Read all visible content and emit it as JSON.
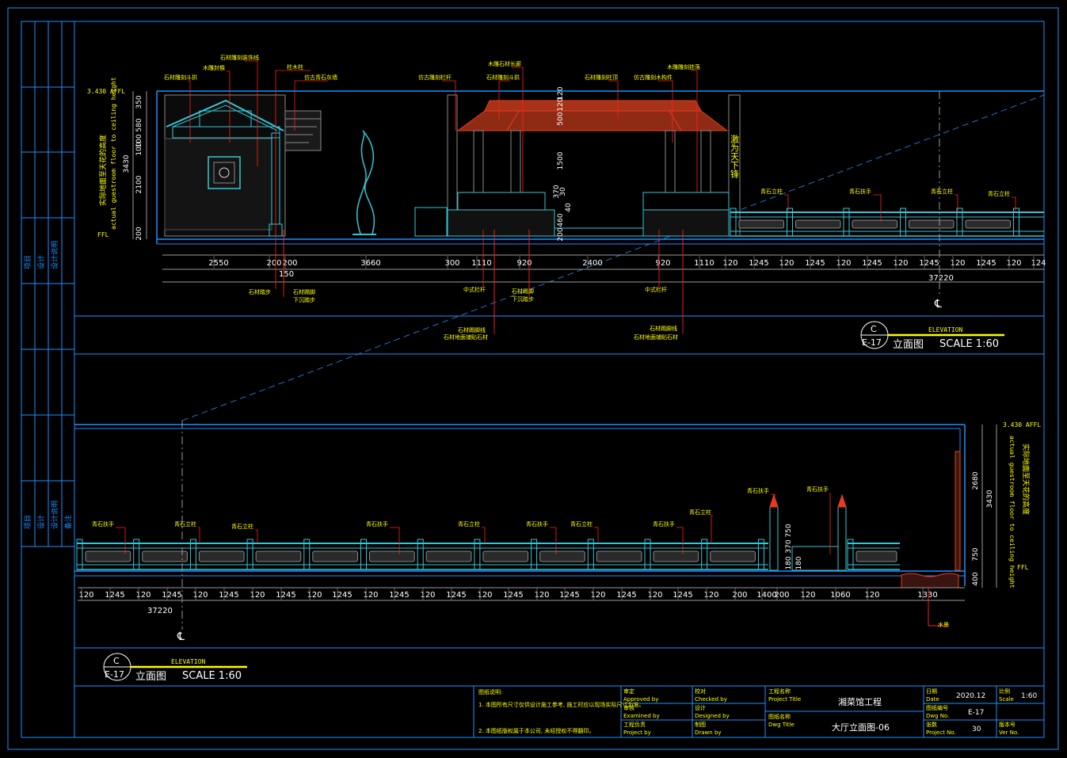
{
  "colors": {
    "background": "#000000",
    "frame": "#1e90ff",
    "dim_text": "#ffffff",
    "dim_line": "#9a9a9a",
    "annotation": "#ffff00",
    "leader": "#ff2020",
    "roof": "#e83c1e",
    "structure": "#33c8d8",
    "grey": "#8a8a8a"
  },
  "upper": {
    "level_top": "3.430 AFFL",
    "level_floor": "FFL",
    "height_note_cn": "实际地面至天花的高度",
    "height_note_en": "actual guestroom floor to ceiling height",
    "vertical_dims": [
      "350",
      "580",
      "100",
      "100",
      "2100",
      "3430",
      "200"
    ],
    "mid_vertical_dims": [
      "120",
      "120",
      "500",
      "1500",
      "370",
      "30",
      "40",
      "460",
      "200"
    ],
    "calligraphy": "激为天下锋",
    "dims": [
      "2550",
      "200",
      "200",
      "3660",
      "300",
      "1110",
      "920",
      "2400",
      "920",
      "1110",
      "120",
      "1245",
      "120",
      "1245",
      "120",
      "1245",
      "120",
      "1245",
      "120",
      "1245",
      "120",
      "124"
    ],
    "sub_dim": "150",
    "total": "37220",
    "top_labels": [
      "石材雕刻斗拱",
      "木雕封檐",
      "石材雕刻装饰线",
      "柱木柱",
      "仿古青石灰墙",
      "仿古雕刻栏杆",
      "石材雕刻斗拱",
      "木雕石材长廊",
      "石材雕刻柱顶",
      "仿古雕刻木构件",
      "木雕雕刻挂落"
    ],
    "bottom_labels": [
      "石材踏步",
      "石材踢脚",
      "下沉踏步",
      "中式栏杆",
      "石材踢脚",
      "下沉踏步",
      "中式栏杆",
      "石材踢脚线",
      "石材地面铺贴石材",
      "石材踢脚线",
      "石材地面铺贴石材"
    ],
    "rail_labels": [
      "青石立柱",
      "青石扶手",
      "青石立柱",
      "青石立柱"
    ],
    "section": {
      "letter": "C",
      "code": "E-17",
      "title_en": "ELEVATION",
      "title_cn": "立面图",
      "scale": "SCALE 1:60"
    }
  },
  "lower": {
    "level_top": "3.430 AFFL",
    "level_floor": "FFL",
    "height_note_cn": "实际地面至天花的高度",
    "height_note_en": "actual guestroom floor to ceiling height",
    "right_dims": [
      "2680",
      "3430",
      "750",
      "400"
    ],
    "inner_dims": [
      "180",
      "180",
      "370",
      "750"
    ],
    "dims": [
      "120",
      "1245",
      "120",
      "1245",
      "120",
      "1245",
      "120",
      "1245",
      "120",
      "1245",
      "120",
      "1245",
      "120",
      "1245",
      "120",
      "1245",
      "120",
      "1245",
      "120",
      "1245",
      "120",
      "1245",
      "120",
      "200",
      "1400",
      "200",
      "120",
      "1060",
      "120",
      "1330"
    ],
    "total": "37220",
    "labels": [
      "青石扶手",
      "青石立柱",
      "青石立柱",
      "青石扶手",
      "青石立柱",
      "青石扶手",
      "青石立柱",
      "青石扶手",
      "青石立柱",
      "青石扶手",
      "青石扶手"
    ],
    "water_label": "水景",
    "section": {
      "letter": "C",
      "code": "E-17",
      "title_en": "ELEVATION",
      "title_cn": "立面图",
      "scale": "SCALE 1:60"
    }
  },
  "left_strip": {
    "upper": [
      "项目",
      "设计",
      "设计说明"
    ],
    "lower": [
      "项目",
      "设计",
      "设计说明",
      "备注"
    ]
  },
  "title_block": {
    "notes_title": "图纸说明:",
    "note1": "1. 本图所有尺寸仅供设计施工参考, 施工时应以现场实际尺寸为准。",
    "note2": "2. 本图纸版权属于本公司, 未经授权不得翻印。",
    "approved_cn": "审定",
    "approved_en": "Approved by",
    "checked_cn": "校对",
    "checked_en": "Checked by",
    "examined_cn": "审核",
    "examined_en": "Examined by",
    "designed_cn": "设计",
    "designed_en": "Designed by",
    "project_cn": "工程负责",
    "project_en": "Project by",
    "drawn_cn": "制图",
    "drawn_en": "Drawn by",
    "project_title_cn": "工程名称",
    "project_title_en": "Project Title",
    "project_name": "湘菜馆工程",
    "dwg_title_cn": "图纸名称",
    "dwg_title_en": "Dwg Title",
    "dwg_name": "大厅立面图-06",
    "date_cn": "日期",
    "date_en": "Date",
    "date_val": "2020.12",
    "scale_cn": "比例",
    "scale_en": "Scale",
    "scale_val": "1:60",
    "dwgno_cn": "图纸编号",
    "dwgno_en": "Dwg No.",
    "dwgno_val": "E-17",
    "projno_cn": "张数",
    "projno_en": "Project No.",
    "projno_val": "30",
    "ver_cn": "版本号",
    "ver_en": "Ver No."
  }
}
